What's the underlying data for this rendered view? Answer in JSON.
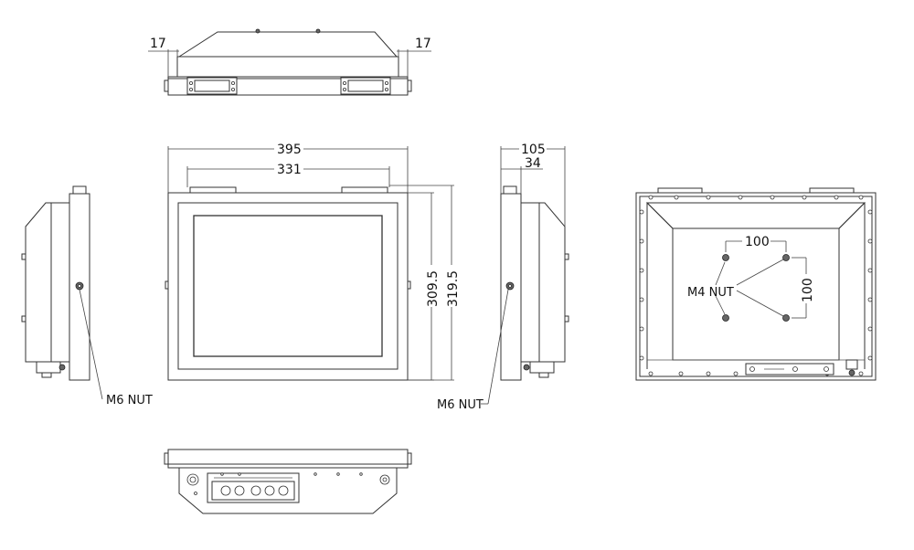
{
  "dimensions": {
    "top_left_offset": "17",
    "top_right_offset": "17",
    "overall_width": "395",
    "bezel_width": "331",
    "side_depth": "105",
    "side_flange": "34",
    "inner_height": "309.5",
    "overall_height": "319.5",
    "vesa_horizontal": "100",
    "vesa_vertical": "100"
  },
  "callouts": {
    "left_nut": "M6 NUT",
    "right_nut": "M6 NUT",
    "rear_nut": "M4 NUT"
  },
  "colors": {
    "line": "#333333",
    "panel_fill": "#e6e6e6",
    "background": "#ffffff"
  }
}
